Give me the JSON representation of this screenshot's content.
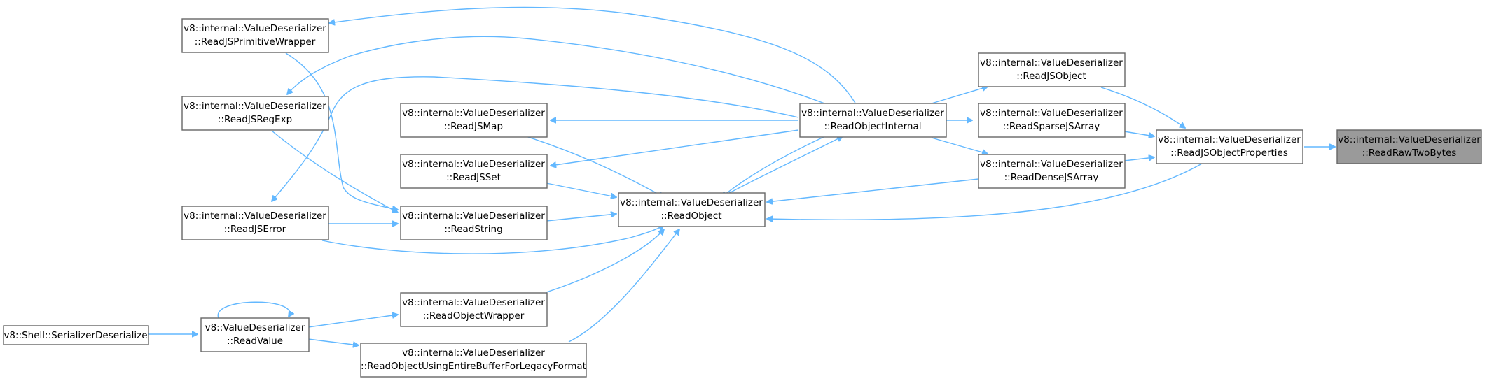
{
  "colors": {
    "edge": "#63b8ff",
    "node_border": "#666666",
    "node_fill": "#ffffff",
    "focus_fill": "#9a9a9a"
  },
  "nodes": {
    "readRawTwoBytes": {
      "line1": "v8::internal::ValueDeserializer",
      "line2": "::ReadRawTwoBytes"
    },
    "readJSObjectProperties": {
      "line1": "v8::internal::ValueDeserializer",
      "line2": "::ReadJSObjectProperties"
    },
    "readJSObject": {
      "line1": "v8::internal::ValueDeserializer",
      "line2": "::ReadJSObject"
    },
    "readSparseJSArray": {
      "line1": "v8::internal::ValueDeserializer",
      "line2": "::ReadSparseJSArray"
    },
    "readDenseJSArray": {
      "line1": "v8::internal::ValueDeserializer",
      "line2": "::ReadDenseJSArray"
    },
    "readObjectInternal": {
      "line1": "v8::internal::ValueDeserializer",
      "line2": "::ReadObjectInternal"
    },
    "readObject": {
      "line1": "v8::internal::ValueDeserializer",
      "line2": "::ReadObject"
    },
    "readJSMap": {
      "line1": "v8::internal::ValueDeserializer",
      "line2": "::ReadJSMap"
    },
    "readJSSet": {
      "line1": "v8::internal::ValueDeserializer",
      "line2": "::ReadJSSet"
    },
    "readString": {
      "line1": "v8::internal::ValueDeserializer",
      "line2": "::ReadString"
    },
    "readObjectWrapper": {
      "line1": "v8::internal::ValueDeserializer",
      "line2": "::ReadObjectWrapper"
    },
    "readObjectUsingEntireBuffer": {
      "line1": "v8::internal::ValueDeserializer",
      "line2": "::ReadObjectUsingEntireBufferForLegacyFormat"
    },
    "readJSPrimitiveWrapper": {
      "line1": "v8::internal::ValueDeserializer",
      "line2": "::ReadJSPrimitiveWrapper"
    },
    "readJSRegExp": {
      "line1": "v8::internal::ValueDeserializer",
      "line2": "::ReadJSRegExp"
    },
    "readJSError": {
      "line1": "v8::internal::ValueDeserializer",
      "line2": "::ReadJSError"
    },
    "readValue": {
      "line1": "v8::ValueDeserializer",
      "line2": "::ReadValue"
    },
    "serializerDeserialize": {
      "line1": "v8::Shell::SerializerDeserialize"
    }
  },
  "edges": [
    [
      "readJSObjectProperties",
      "readRawTwoBytes"
    ],
    [
      "readJSObject",
      "readJSObjectProperties"
    ],
    [
      "readSparseJSArray",
      "readJSObjectProperties"
    ],
    [
      "readDenseJSArray",
      "readJSObjectProperties"
    ],
    [
      "readObjectInternal",
      "readJSObject"
    ],
    [
      "readObjectInternal",
      "readSparseJSArray"
    ],
    [
      "readObjectInternal",
      "readDenseJSArray"
    ],
    [
      "readObject",
      "readObjectInternal"
    ],
    [
      "readObjectInternal",
      "readObject"
    ],
    [
      "readJSObjectProperties",
      "readObject"
    ],
    [
      "readDenseJSArray",
      "readObject"
    ],
    [
      "readObjectInternal",
      "readJSMap"
    ],
    [
      "readObjectInternal",
      "readJSSet"
    ],
    [
      "readObjectInternal",
      "readJSPrimitiveWrapper"
    ],
    [
      "readObjectInternal",
      "readJSRegExp"
    ],
    [
      "readObjectInternal",
      "readJSError"
    ],
    [
      "readJSMap",
      "readObject"
    ],
    [
      "readJSSet",
      "readObject"
    ],
    [
      "readString",
      "readObject"
    ],
    [
      "readJSError",
      "readObject"
    ],
    [
      "readObjectWrapper",
      "readObject"
    ],
    [
      "readObjectUsingEntireBuffer",
      "readObject"
    ],
    [
      "readJSPrimitiveWrapper",
      "readString"
    ],
    [
      "readJSRegExp",
      "readString"
    ],
    [
      "readJSError",
      "readString"
    ],
    [
      "readValue",
      "readObjectWrapper"
    ],
    [
      "readValue",
      "readObjectUsingEntireBuffer"
    ],
    [
      "readValue",
      "readValue"
    ],
    [
      "serializerDeserialize",
      "readValue"
    ]
  ]
}
